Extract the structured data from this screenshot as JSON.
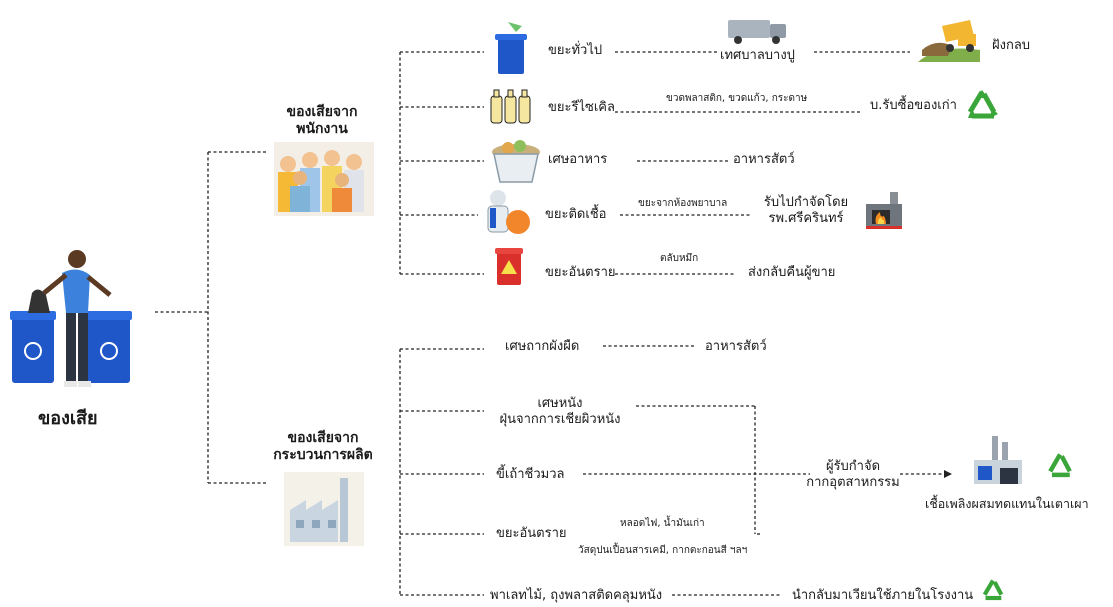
{
  "root": {
    "label": "ของเสีย"
  },
  "branches": {
    "staff": {
      "label": "ของเสียจาก\nพนักงาน"
    },
    "production": {
      "label": "ของเสียจาก\nกระบวนการผลิต"
    }
  },
  "staff_items": [
    {
      "name": "ขยะทั่วไป",
      "via": "เทศบาลบางปู",
      "dest": "ฝังกลบ"
    },
    {
      "name": "ขยะรีไซเคิล",
      "note": "ขวดพลาสติก, ขวดแก้ว, กระดาษ",
      "dest": "บ.รับซื้อของเก่า"
    },
    {
      "name": "เศษอาหาร",
      "dest": "อาหารสัตว์"
    },
    {
      "name": "ขยะติดเชื้อ",
      "note": "ขยะจากห้องพยาบาล",
      "dest": "รับไปกำจัดโดย\nรพ.ศรีครินทร์"
    },
    {
      "name": "ขยะอันตราย",
      "note": "ตลับหมึก",
      "dest": "ส่งกลับคืนผู้ขาย"
    }
  ],
  "production_items": [
    {
      "name": "เศษถากผังผืด",
      "dest": "อาหารสัตว์"
    },
    {
      "name": "เศษหนัง\nฝุ่นจากการเชียผิวหนัง"
    },
    {
      "name": "ขี้เถ้าชีวมวล"
    },
    {
      "name": "ขยะอันตราย",
      "note_top": "หลอดไฟ, น้ำมันเก่า",
      "note_bottom": "วัสดุปนเปื้อนสารเคมี, กากตะกอนสี ฯลฯ"
    },
    {
      "name": "พาเลทไม้, ถุงพลาสติดคลุมหนัง",
      "dest": "นำกลับมาเวียนใช้ภายในโรงงาน"
    }
  ],
  "merge": {
    "label": "ผู้รับกำจัด\nกากอุตสาหกรรม",
    "dest": "เชื้อเพลิงผสมทดแทนในเตาเผา"
  },
  "colors": {
    "blue_bin": "#1f57c8",
    "red_bin": "#d9302c",
    "recycle": "#3aa63a",
    "line": "#222222"
  }
}
